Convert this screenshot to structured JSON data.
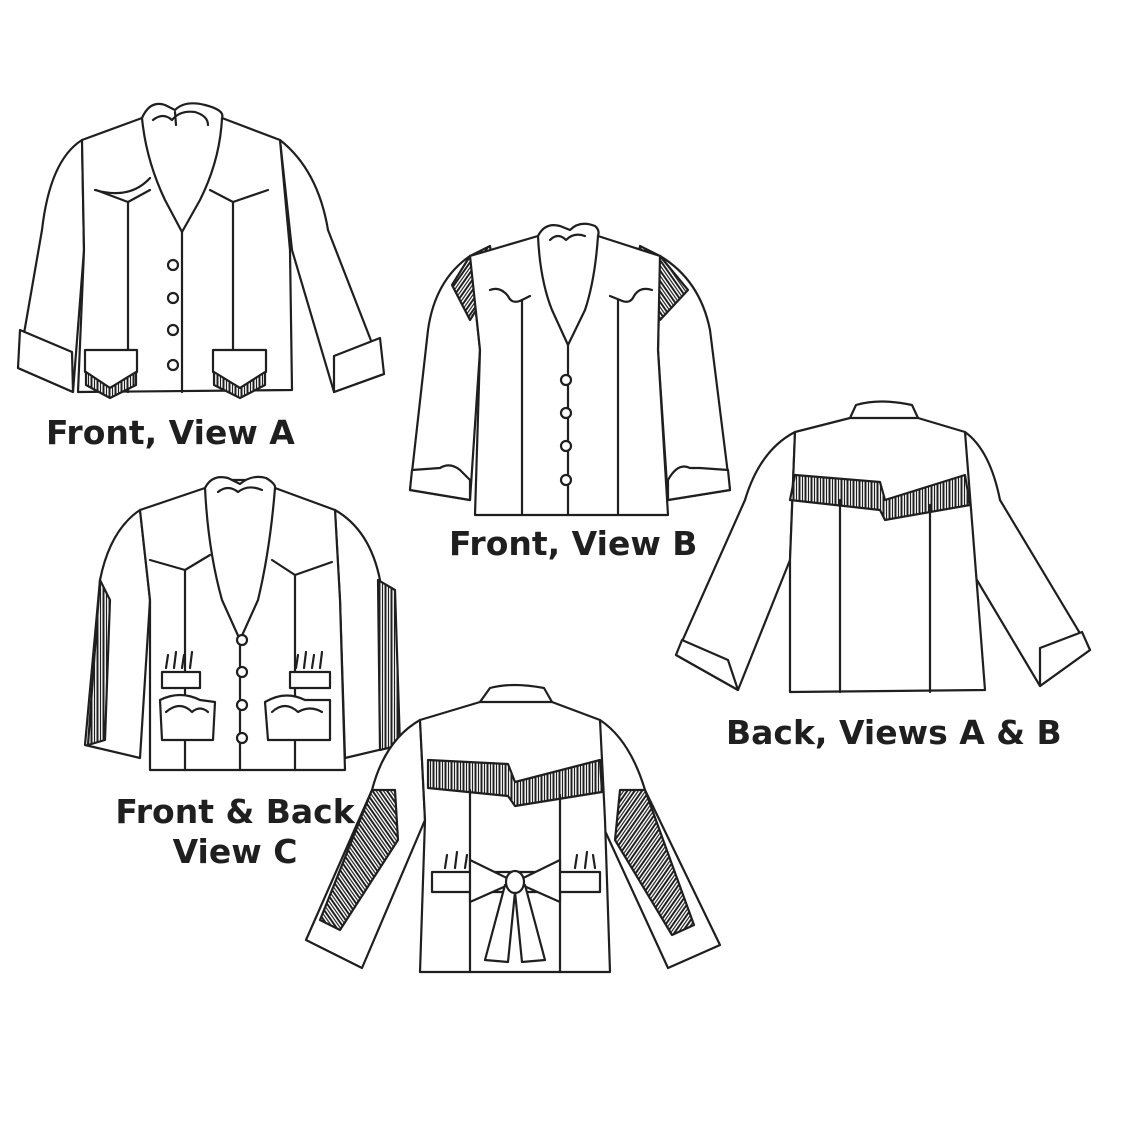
{
  "labels": {
    "front_view_a": "Front, View A",
    "front_view_b": "Front, View B",
    "back_views_ab": "Back, Views A & B",
    "front_back_view_c_line1": "Front & Back",
    "front_back_view_c_line2": "View C"
  },
  "colors": {
    "background": "#ffffff",
    "ink": "#1f1f1f"
  },
  "illustrations": [
    "jacket-front-view-a",
    "jacket-front-view-b",
    "jacket-back-views-a-b",
    "jacket-front-view-c",
    "jacket-back-view-c"
  ]
}
